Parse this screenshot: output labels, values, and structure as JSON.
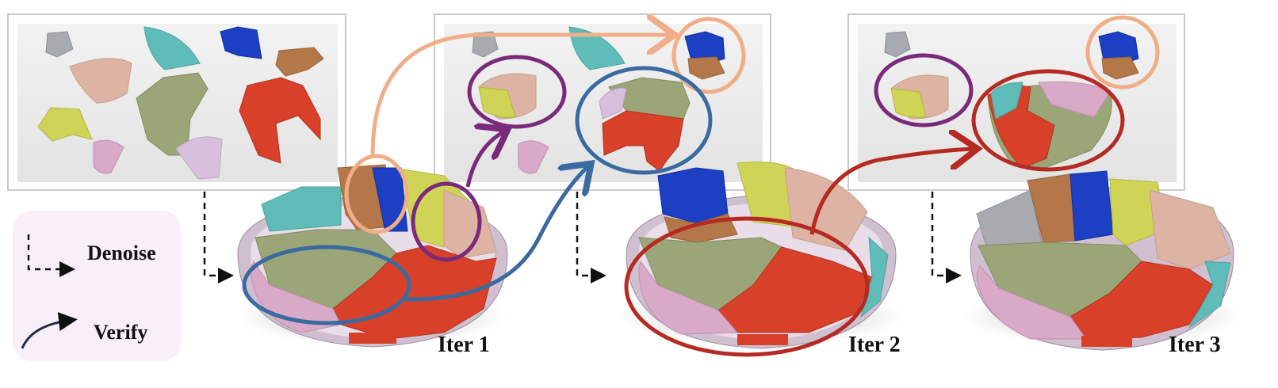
{
  "legend": {
    "denoise_label": "Denoise",
    "verify_label": "Verify",
    "background": "#f8eff8"
  },
  "iterations": [
    {
      "label": "Iter 1"
    },
    {
      "label": "Iter 2"
    },
    {
      "label": "Iter 3"
    }
  ],
  "colors": {
    "orange_circle": "#efae88",
    "purple_circle": "#7a2a7a",
    "blue_circle": "#3a6aa0",
    "red_circle": "#b52a22",
    "fragment_teal": "#5fbcb8",
    "fragment_blue": "#1c3fc4",
    "fragment_brown": "#b4774a",
    "fragment_peach": "#ddb4a3",
    "fragment_olive": "#9aa678",
    "fragment_red": "#d8402a",
    "fragment_yellow": "#cfd456",
    "fragment_pink": "#d9a9c8",
    "fragment_lavender": "#d8c0dc",
    "fragment_gray": "#a7aaae"
  }
}
